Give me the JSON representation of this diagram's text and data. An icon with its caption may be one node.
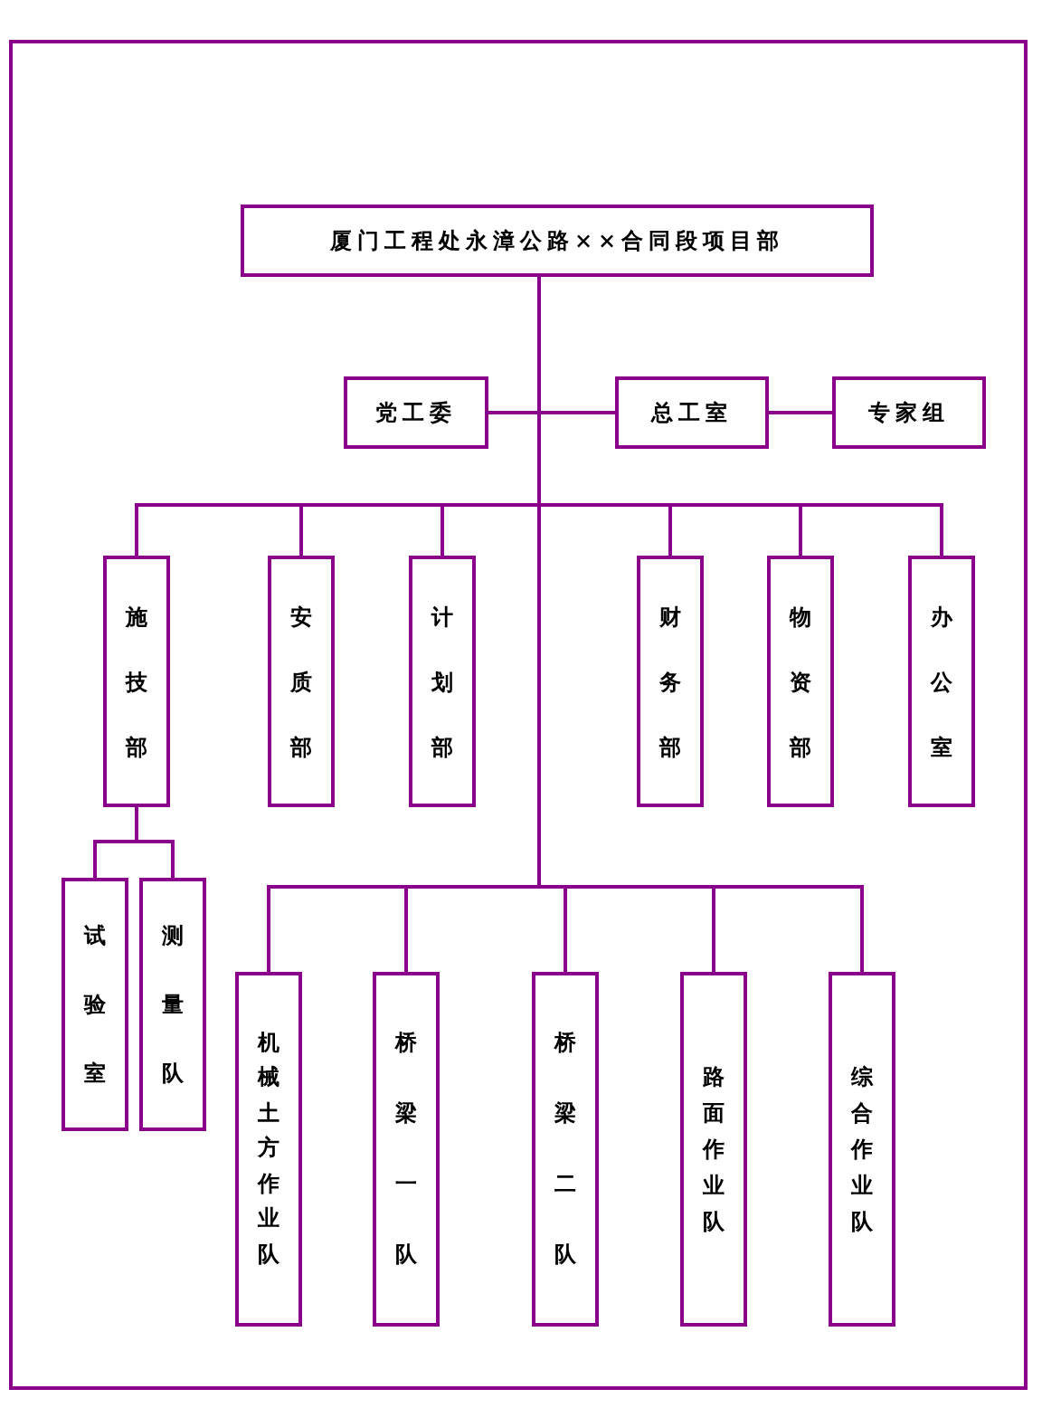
{
  "diagram": {
    "nodes": [
      {
        "text": [
          "厦门工程处永漳公路××合同段项目部"
        ]
      },
      {
        "text": [
          "党工委"
        ]
      },
      {
        "text": [
          "总工室"
        ]
      },
      {
        "text": [
          "专家组"
        ]
      },
      {
        "text": [
          "施技部"
        ]
      },
      {
        "text": [
          "安质部"
        ]
      },
      {
        "text": [
          "计划部"
        ]
      },
      {
        "text": [
          "财务部"
        ]
      },
      {
        "text": [
          "物资部"
        ]
      },
      {
        "text": [
          "办公室"
        ]
      },
      {
        "text": [
          "试验室"
        ]
      },
      {
        "text": [
          "测量队"
        ]
      },
      {
        "text": [
          "机械土方作业队"
        ]
      },
      {
        "text": [
          "桥梁一队"
        ]
      },
      {
        "text": [
          "桥梁二队"
        ]
      },
      {
        "text": [
          "路面作业队"
        ]
      },
      {
        "text": [
          "综合作业队"
        ]
      }
    ],
    "edges": [
      {
        "from": 0,
        "to": 1,
        "arrow": "none"
      },
      {
        "from": 0,
        "to": 2,
        "arrow": "none"
      },
      {
        "from": 2,
        "to": 3,
        "arrow": "none"
      },
      {
        "from": 0,
        "to": 4,
        "arrow": "none"
      },
      {
        "from": 0,
        "to": 5,
        "arrow": "none"
      },
      {
        "from": 0,
        "to": 6,
        "arrow": "none"
      },
      {
        "from": 0,
        "to": 7,
        "arrow": "none"
      },
      {
        "from": 0,
        "to": 8,
        "arrow": "none"
      },
      {
        "from": 0,
        "to": 9,
        "arrow": "none"
      },
      {
        "from": 4,
        "to": 10,
        "arrow": "none"
      },
      {
        "from": 4,
        "to": 11,
        "arrow": "none"
      },
      {
        "from": 0,
        "to": 12,
        "arrow": "none"
      },
      {
        "from": 0,
        "to": 13,
        "arrow": "none"
      },
      {
        "from": 0,
        "to": 14,
        "arrow": "none"
      },
      {
        "from": 0,
        "to": 15,
        "arrow": "none"
      },
      {
        "from": 0,
        "to": 16,
        "arrow": "none"
      }
    ]
  }
}
